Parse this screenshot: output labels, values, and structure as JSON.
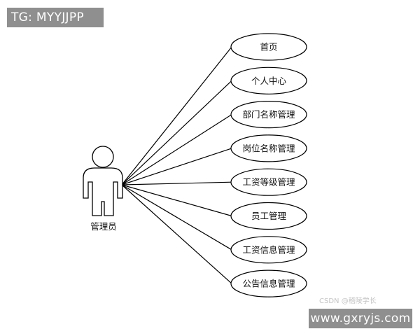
{
  "watermark_top_left": "TG: MYYJJPP",
  "watermark_bottom_right": "www.gxryjs.com",
  "credit": "CSDN @稽陵学长",
  "actor": {
    "label": "管理员"
  },
  "use_cases": [
    {
      "label": "首页"
    },
    {
      "label": "个人中心"
    },
    {
      "label": "部门名称管理"
    },
    {
      "label": "岗位名称管理"
    },
    {
      "label": "工资等级管理"
    },
    {
      "label": "员工管理"
    },
    {
      "label": "工资信息管理"
    },
    {
      "label": "公告信息管理"
    }
  ],
  "colors": {
    "stroke": "#000000",
    "watermark_bg": "#8f8f8f",
    "watermark_text": "#ffffff"
  }
}
